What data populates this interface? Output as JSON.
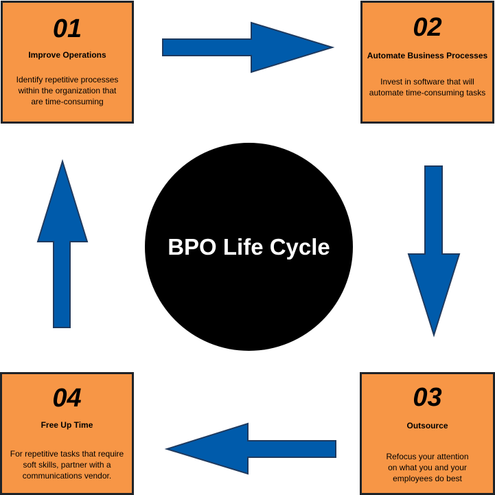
{
  "center": {
    "title": "BPO Life Cycle"
  },
  "colors": {
    "box_fill": "#f79646",
    "box_border": "#1f2328",
    "arrow_fill": "#005bab",
    "arrow_stroke": "#1f3a5f",
    "circle_fill": "#000000",
    "center_text": "#ffffff"
  },
  "steps": [
    {
      "number": "01",
      "title": "Improve Operations",
      "description_lines": [
        "Identify repetitive processes",
        "within the organization that",
        "are time-consuming"
      ]
    },
    {
      "number": "02",
      "title": "Automate Business Processes",
      "description_lines": [
        "Invest in software that will",
        "automate time-consuming tasks"
      ]
    },
    {
      "number": "03",
      "title": "Outsource",
      "description_lines": [
        "Refocus your attention",
        "on what you and your",
        "employees do best"
      ]
    },
    {
      "number": "04",
      "title": "Free Up Time",
      "description_lines": [
        "For repetitive tasks that require",
        "soft skills, partner with a",
        "communications vendor."
      ]
    }
  ],
  "arrows": [
    {
      "from": "01",
      "to": "02",
      "direction": "right"
    },
    {
      "from": "02",
      "to": "03",
      "direction": "down"
    },
    {
      "from": "03",
      "to": "04",
      "direction": "left"
    },
    {
      "from": "04",
      "to": "01",
      "direction": "up"
    }
  ]
}
